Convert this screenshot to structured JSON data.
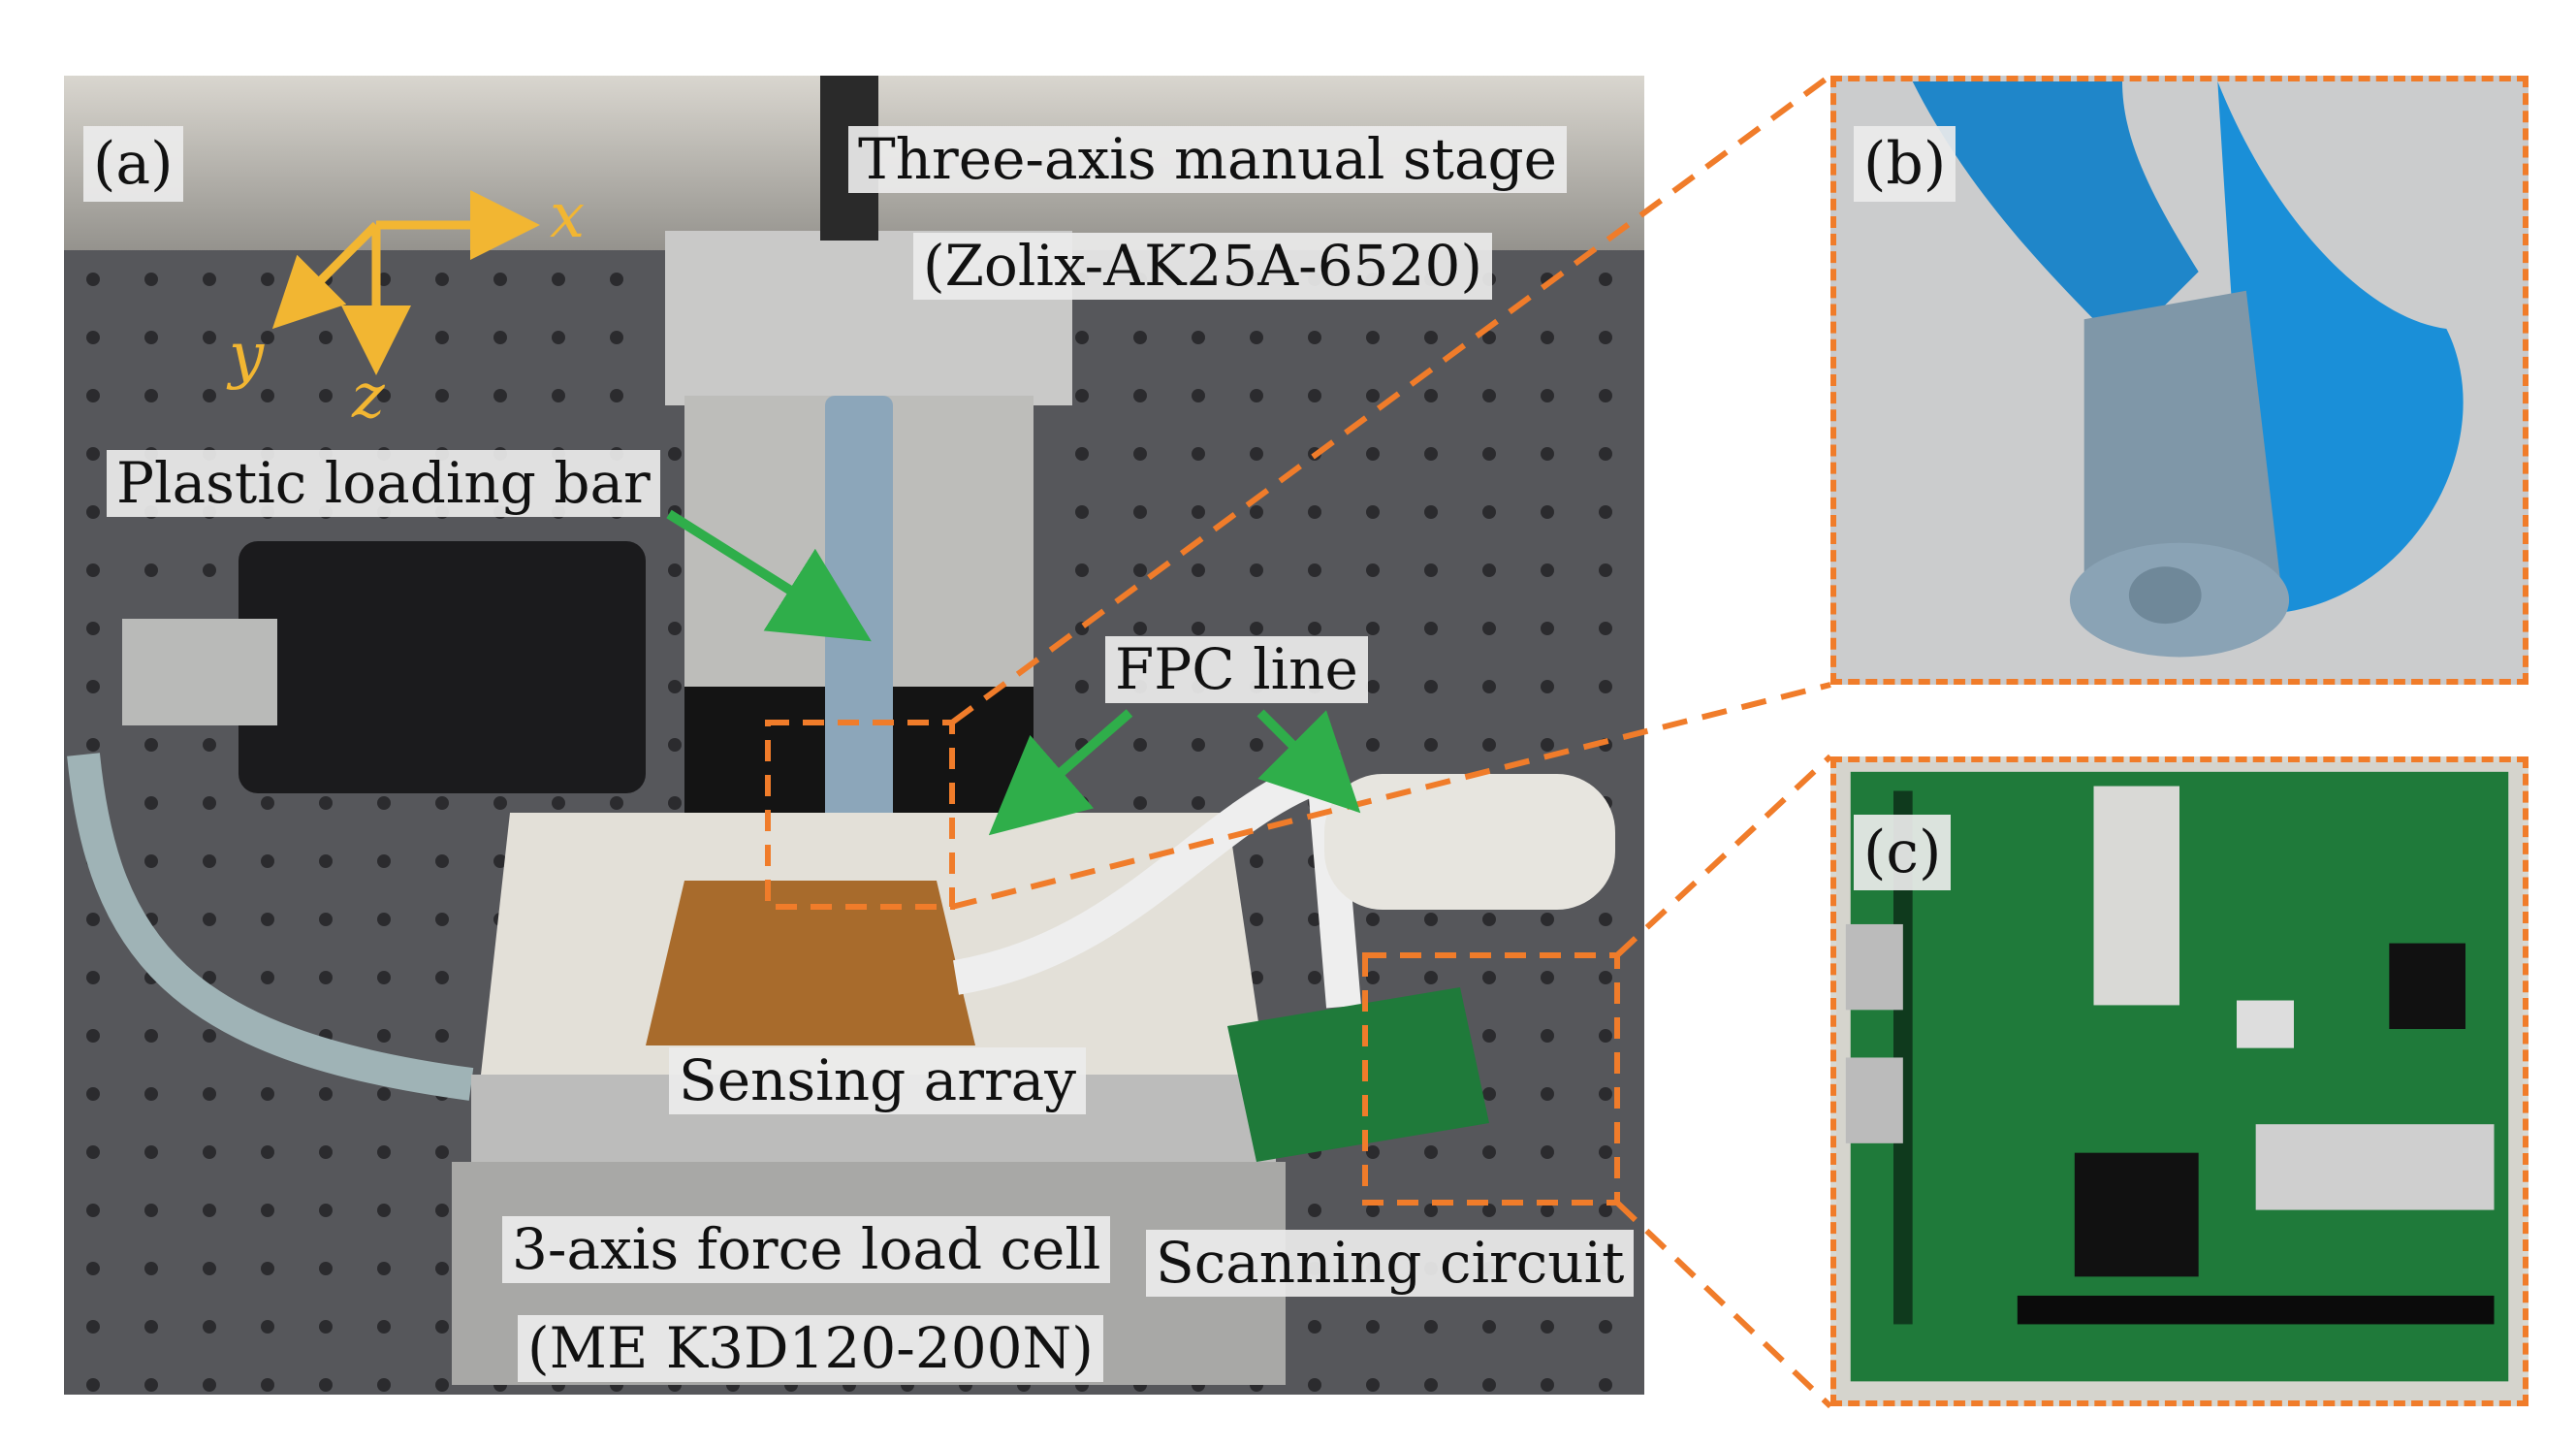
{
  "panels": {
    "a": "(a)",
    "b": "(b)",
    "c": "(c)"
  },
  "labels": {
    "stage_line1": "Three-axis manual stage",
    "stage_line2": "(Zolix-AK25A-6520)",
    "loading_bar": "Plastic loading bar",
    "fpc_line": "FPC line",
    "sensing_array": "Sensing array",
    "load_cell_line1": "3-axis force load cell",
    "load_cell_line2": "(ME K3D120-200N)",
    "scanning_circuit": "Scanning circuit"
  },
  "axes": {
    "x": "x",
    "y": "y",
    "z": "z"
  },
  "colors": {
    "callout_dashed": "#f07c2a",
    "arrow": "#2fae4a",
    "axis": "#f2b632",
    "glove": "#1e90d6",
    "pcb": "#1f7a3a"
  }
}
